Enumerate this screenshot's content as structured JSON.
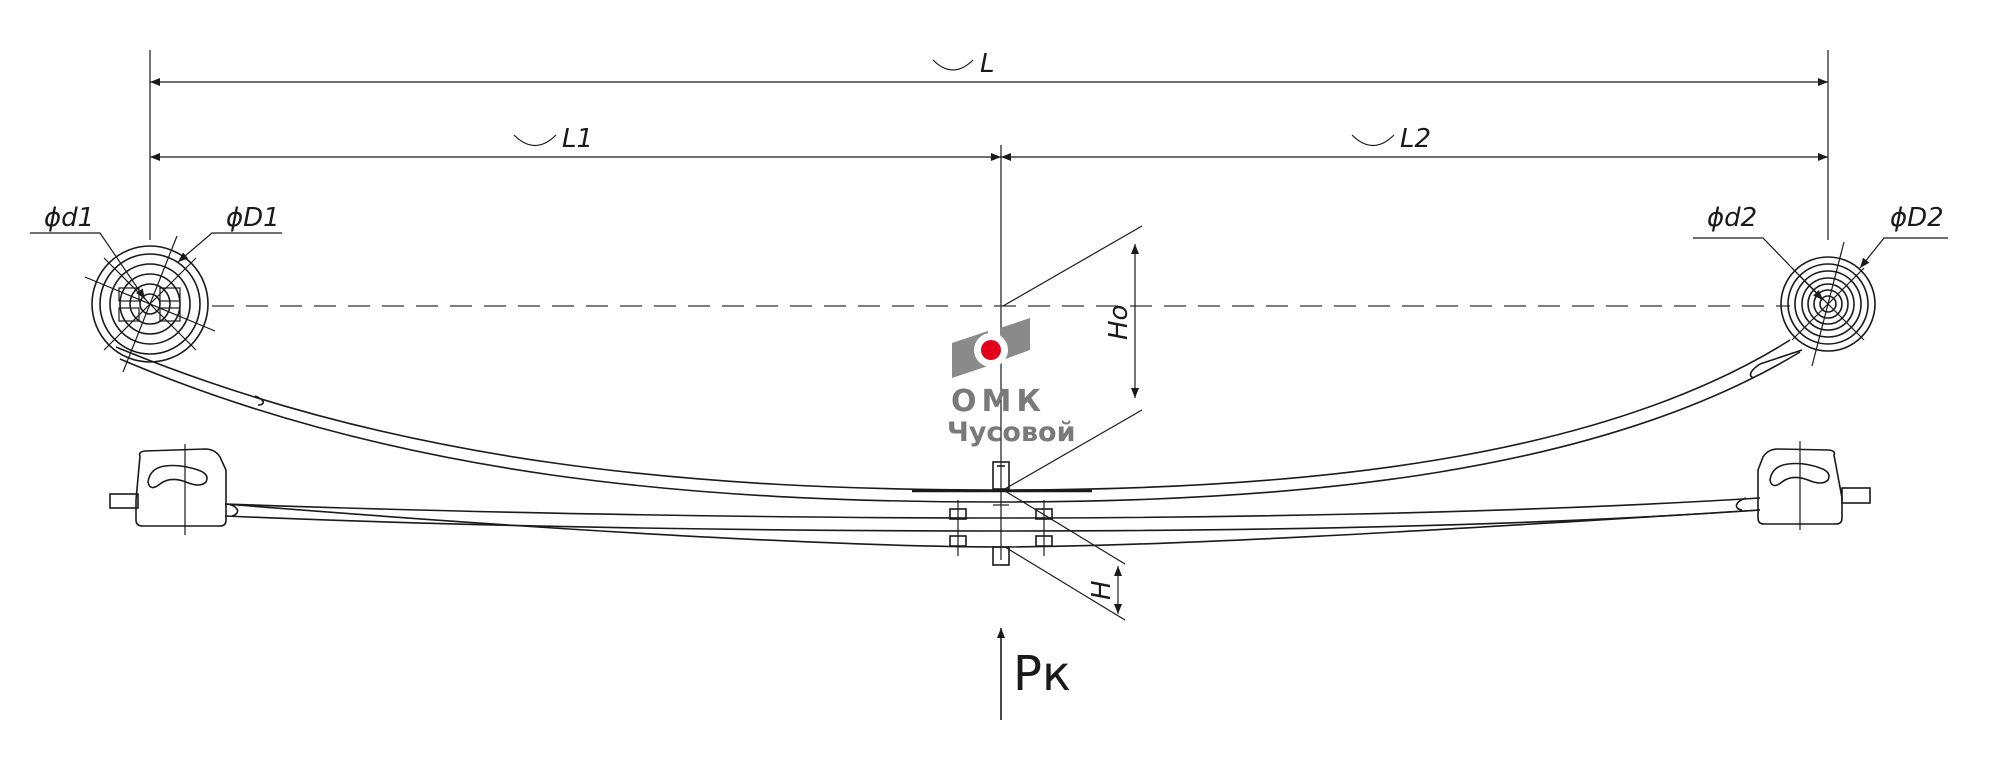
{
  "dimensions": {
    "total_length": "L",
    "left_half_length": "L1",
    "right_half_length": "L2",
    "left_eye_inner": "ϕd1",
    "left_eye_outer": "ϕD1",
    "right_eye_inner": "ϕd2",
    "right_eye_outer": "ϕD2",
    "free_camber": "Ho",
    "loaded_height": "H"
  },
  "force_label": "Pк",
  "logo": {
    "name": "ОМК",
    "location": "Чусовой",
    "colors": {
      "mark": "#8a8a8a",
      "dot": "#e3001b",
      "text": "#7a7a7a"
    }
  }
}
